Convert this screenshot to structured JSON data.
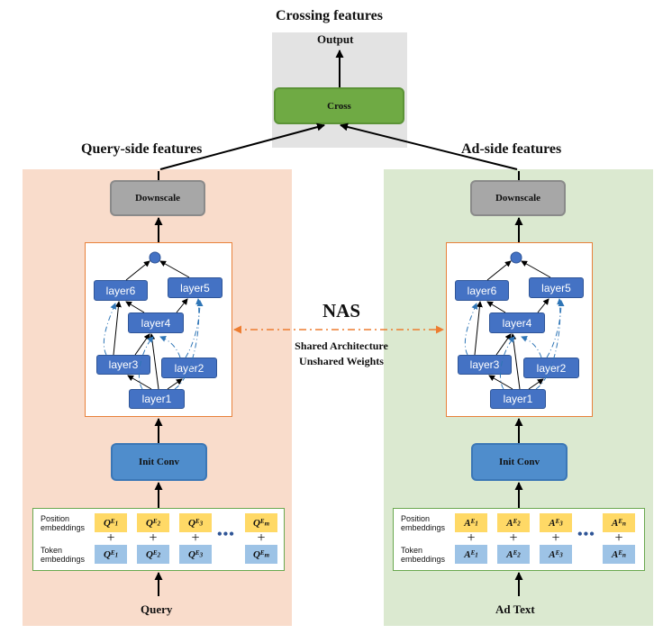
{
  "titles": {
    "crossing": "Crossing features",
    "query_side": "Query-side features",
    "ad_side": "Ad-side features"
  },
  "output": {
    "label": "Output",
    "cross": "Cross"
  },
  "nas": {
    "label": "NAS",
    "shared": "Shared Architecture",
    "unshared": "Unshared Weights"
  },
  "query_tower": {
    "downscale": "Downscale",
    "init_conv": "Init Conv",
    "input": "Query",
    "layers": [
      "layer1",
      "layer2",
      "layer3",
      "layer4",
      "layer5",
      "layer6"
    ],
    "embeddings": {
      "position_label": "Position embeddings",
      "token_label": "Token embeddings",
      "letter": "Q",
      "subs": [
        "E",
        "E",
        "E",
        "E"
      ],
      "indices": [
        "1",
        "2",
        "3",
        "m"
      ],
      "ellipsis": "•••"
    }
  },
  "ad_tower": {
    "downscale": "Downscale",
    "init_conv": "Init Conv",
    "input": "Ad Text",
    "layers": [
      "layer1",
      "layer2",
      "layer3",
      "layer4",
      "layer5",
      "layer6"
    ],
    "embeddings": {
      "position_label": "Position embeddings",
      "token_label": "Token embeddings",
      "letter": "A",
      "subs": [
        "E",
        "E",
        "E",
        "E"
      ],
      "indices": [
        "1",
        "2",
        "3",
        "n"
      ],
      "ellipsis": "•••"
    }
  },
  "colors": {
    "query_region": "#f9dccb",
    "ad_region": "#dbe9d0",
    "output_region": "#e3e3e3",
    "cross": "#6faa44",
    "downscale": "#a7a7a7",
    "init_conv": "#4f8dcc",
    "layer": "#4472c4",
    "position_embedding": "#ffd966",
    "token_embedding": "#9dc3e6",
    "nas_arrow": "#ed7d31"
  }
}
